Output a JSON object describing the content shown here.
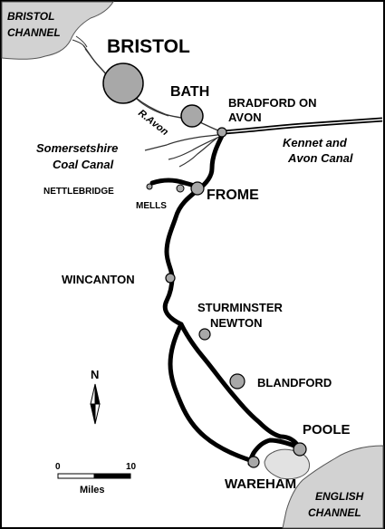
{
  "sea_labels": {
    "bristol_channel": [
      "BRISTOL",
      "CHANNEL"
    ],
    "english_channel": [
      "ENGLISH",
      "CHANNEL"
    ]
  },
  "towns": {
    "bristol": "BRISTOL",
    "bath": "BATH",
    "bradford_on_avon": [
      "BRADFORD ON",
      "AVON"
    ],
    "nettlebridge": "NETTLEBRIDGE",
    "mells": "MELLS",
    "frome": "FROME",
    "wincanton": "WINCANTON",
    "sturminster_newton": [
      "STURMINSTER",
      "NEWTON"
    ],
    "blandford": "BLANDFORD",
    "poole": "POOLE",
    "wareham": "WAREHAM"
  },
  "waterways": {
    "river_avon": "R.Avon",
    "somersetshire_coal_canal": [
      "Somersetshire",
      "Coal Canal"
    ],
    "kennet_and_avon_canal": [
      "Kennet and",
      "Avon Canal"
    ]
  },
  "north_arrow": {
    "label": "N"
  },
  "scale_bar": {
    "start_label": "0",
    "end_label": "10",
    "unit_label": "Miles"
  },
  "colors": {
    "sea": "#d2d2d2",
    "town_fill": "#a8a8a8",
    "route": "#000000",
    "background": "#ffffff"
  }
}
